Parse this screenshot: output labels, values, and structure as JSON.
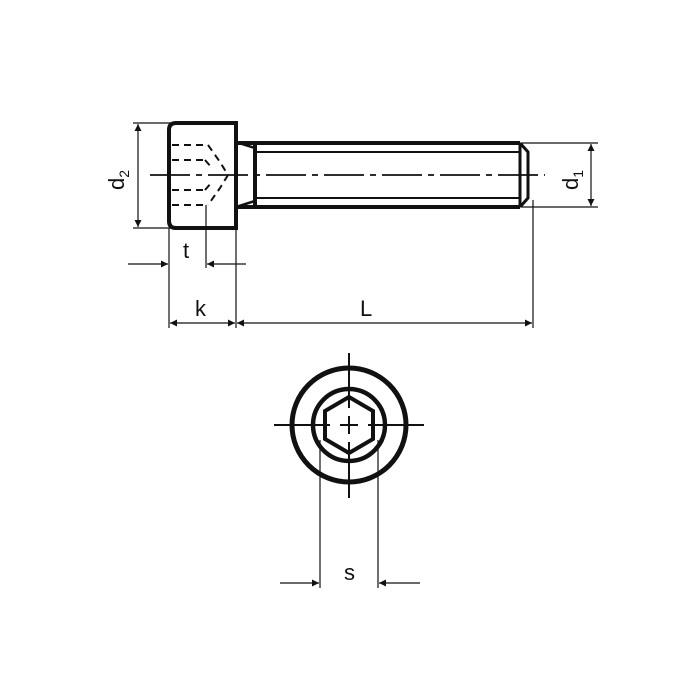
{
  "diagram": {
    "title": "Socket head cap screw dimension drawing",
    "stroke_color": "#111111",
    "background": "#ffffff",
    "labels": {
      "d2": {
        "main": "d",
        "sub": "2"
      },
      "d1": {
        "main": "d",
        "sub": "1"
      },
      "t": "t",
      "k": "k",
      "L": "L",
      "s": "s"
    },
    "views": [
      "side-view",
      "top-view"
    ]
  }
}
